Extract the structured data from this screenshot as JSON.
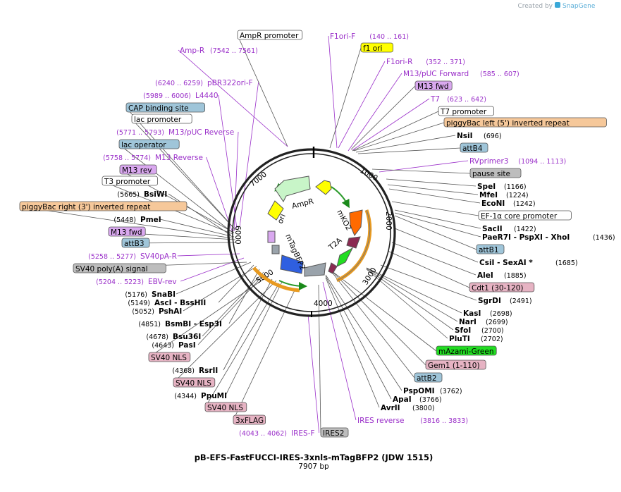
{
  "logo": {
    "created_by": "Created by",
    "brand": "SnapGene"
  },
  "title": "pB-EFS-FastFUCCI-IRES-3xnls-mTagBFP2 (JDW 1515)",
  "subtitle": "7907 bp",
  "ticks": [
    "1000",
    "2000",
    "3000",
    "4000",
    "5000",
    "6000",
    "7000"
  ],
  "inner_labels": [
    "AmpR",
    "ori",
    "mKO2",
    "T2A",
    "mTagBFP2"
  ],
  "colors": {
    "purple": "#9a2fc9",
    "yellow": "#ffff00",
    "blue_box": "#9fc5d9",
    "violet_box": "#d9a8ef",
    "orange_box": "#f6c89a",
    "gray_box": "#bdbdbd",
    "pink_box": "#e6b3c3",
    "green_box": "#22dd22"
  },
  "labels": [
    {
      "text": "AmpR promoter",
      "box": "white"
    },
    {
      "pos": "(7542 .. 7561)",
      "text": "Amp-R",
      "kind": "primer"
    },
    {
      "text": "F1ori-F",
      "kind": "primer",
      "pos": "(140 .. 161)"
    },
    {
      "text": "f1 ori",
      "box": "yellow"
    },
    {
      "text": "F1ori-R",
      "kind": "primer",
      "pos": "(352 .. 371)"
    },
    {
      "text": "M13/pUC Forward",
      "kind": "primer",
      "pos": "(585 .. 607)"
    },
    {
      "text": "M13 fwd",
      "box": "violet"
    },
    {
      "text": "T7",
      "kind": "primer",
      "pos": "(623 .. 642)"
    },
    {
      "text": "T7 promoter",
      "box": "white"
    },
    {
      "text": "piggyBac left (5') inverted repeat",
      "box": "orange"
    },
    {
      "text": "NsiI",
      "kind": "site",
      "pos": "(696)"
    },
    {
      "text": "attB4",
      "box": "blue"
    },
    {
      "text": "RVprimer3",
      "kind": "primer",
      "pos": "(1094 .. 1113)"
    },
    {
      "text": "pause site",
      "box": "gray"
    },
    {
      "text": "SpeI",
      "kind": "site",
      "pos": "(1166)"
    },
    {
      "text": "MfeI",
      "kind": "site",
      "pos": "(1224)"
    },
    {
      "text": "EcoNI",
      "kind": "site",
      "pos": "(1242)"
    },
    {
      "text": "EF-1α core promoter",
      "box": "white"
    },
    {
      "text": "SacII",
      "kind": "site",
      "pos": "(1422)"
    },
    {
      "text": "PaeR7I - PspXI - XhoI",
      "kind": "site",
      "pos": "(1436)"
    },
    {
      "text": "attB1",
      "box": "blue"
    },
    {
      "text": "CsiI - SexAI *",
      "kind": "site",
      "pos": "(1685)"
    },
    {
      "text": "AleI",
      "kind": "site",
      "pos": "(1885)"
    },
    {
      "text": "Cdt1 (30-120)",
      "box": "pink"
    },
    {
      "text": "SgrDI",
      "kind": "site",
      "pos": "(2491)"
    },
    {
      "text": "KasI",
      "kind": "site",
      "pos": "(2698)"
    },
    {
      "text": "NarI",
      "kind": "site",
      "pos": "(2699)"
    },
    {
      "text": "SfoI",
      "kind": "site",
      "pos": "(2700)"
    },
    {
      "text": "PluTI",
      "kind": "site",
      "pos": "(2702)"
    },
    {
      "text": "mAzami-Green",
      "box": "green"
    },
    {
      "text": "Gem1 (1-110)",
      "box": "pink"
    },
    {
      "text": "attB2",
      "box": "blue"
    },
    {
      "text": "PspOMI",
      "kind": "site",
      "pos": "(3762)"
    },
    {
      "text": "ApaI",
      "kind": "site",
      "pos": "(3766)"
    },
    {
      "text": "AvrII",
      "kind": "site",
      "pos": "(3800)"
    },
    {
      "text": "IRES reverse",
      "kind": "primer",
      "pos": "(3816 .. 3833)"
    },
    {
      "text": "IRES2",
      "box": "gray"
    },
    {
      "pos": "(4043 .. 4062)",
      "text": "IRES-F",
      "kind": "primer"
    },
    {
      "text": "3xFLAG",
      "box": "pink"
    },
    {
      "text": "SV40 NLS",
      "box": "pink"
    },
    {
      "pos": "(4344)",
      "text": "PpuMI",
      "kind": "site"
    },
    {
      "text": "SV40 NLS",
      "box": "pink"
    },
    {
      "pos": "(4368)",
      "text": "RsrII",
      "kind": "site"
    },
    {
      "text": "SV40 NLS",
      "box": "pink"
    },
    {
      "pos": "(4643)",
      "text": "PasI",
      "kind": "site"
    },
    {
      "pos": "(4678)",
      "text": "Bsu36I",
      "kind": "site"
    },
    {
      "pos": "(4851)",
      "text": "BsmBI - Esp3I",
      "kind": "site"
    },
    {
      "pos": "(5052)",
      "text": "PshAI",
      "kind": "site"
    },
    {
      "pos": "(5149)",
      "text": "AscI - BssHII",
      "kind": "site"
    },
    {
      "pos": "(5176)",
      "text": "SnaBI",
      "kind": "site"
    },
    {
      "pos": "(5204 .. 5223)",
      "text": "EBV-rev",
      "kind": "primer"
    },
    {
      "text": "SV40 poly(A) signal",
      "box": "gray"
    },
    {
      "pos": "(5258 .. 5277)",
      "text": "SV40pA-R",
      "kind": "primer"
    },
    {
      "text": "attB3",
      "box": "blue"
    },
    {
      "text": "M13 fwd",
      "box": "violet"
    },
    {
      "pos": "(5448)",
      "text": "PmeI",
      "kind": "site"
    },
    {
      "text": "piggyBac right (3') inverted repeat",
      "box": "orange"
    },
    {
      "pos": "(5665)",
      "text": "BsiWI",
      "kind": "site"
    },
    {
      "text": "T3 promoter",
      "box": "white"
    },
    {
      "text": "M13 rev",
      "box": "violet"
    },
    {
      "pos": "(5758 .. 5774)",
      "text": "M13 Reverse",
      "kind": "primer"
    },
    {
      "text": "lac operator",
      "box": "blue"
    },
    {
      "pos": "(5771 .. 5793)",
      "text": "M13/pUC Reverse",
      "kind": "primer"
    },
    {
      "text": "lac promoter",
      "box": "white"
    },
    {
      "text": "CAP binding site",
      "box": "blue"
    },
    {
      "pos": "(5989 .. 6006)",
      "text": "L4440",
      "kind": "primer"
    },
    {
      "pos": "(6240 .. 6259)",
      "text": "pBR322ori-F",
      "kind": "primer"
    }
  ]
}
